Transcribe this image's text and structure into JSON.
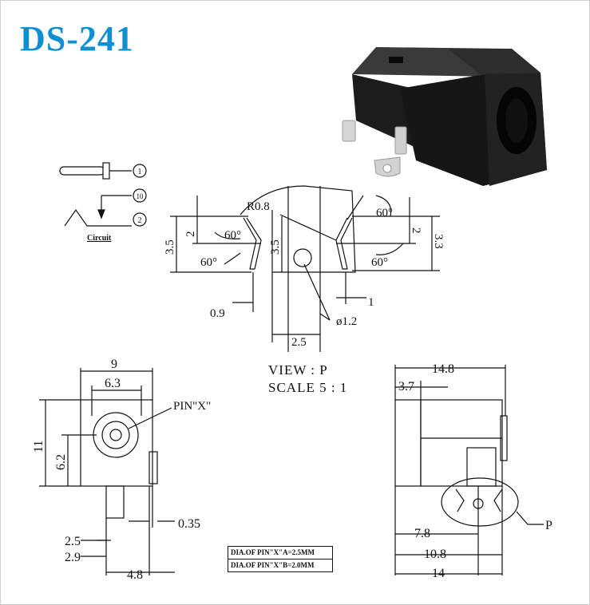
{
  "title": "DS-241",
  "colors": {
    "title": "#0e8fd1",
    "line": "#111111",
    "product_body": "#1a1a1a",
    "metal": "#c9c9c9"
  },
  "circuit": {
    "label": "Circuit",
    "pins": [
      "1",
      "10",
      "2"
    ]
  },
  "view": {
    "line1": "VIEW : P",
    "line2": "SCALE 5 : 1"
  },
  "view_p_dims": {
    "r": "R0.8",
    "angles": [
      "60°",
      "60°",
      "60°",
      "60°"
    ],
    "h_left_outer": "3.5",
    "h_left_inner": "2",
    "h_center": "3.5",
    "h_right_inner": "2",
    "h_right_outer": "3.3",
    "w_left": "0.9",
    "w_right": "1",
    "hole": "ø1.2",
    "w_center": "2.5"
  },
  "front_dims": {
    "width": "9",
    "inner_width": "6.3",
    "height": "11",
    "center_height": "6.2",
    "pin_label": "PIN\"X\"",
    "thickness": "0.35",
    "pin_a": "2.5",
    "pin_b": "2.9",
    "pin_span": "4.8"
  },
  "side_dims": {
    "length": "14.8",
    "front": "3.7",
    "pin1": "7.8",
    "pin2": "10.8",
    "base": "14",
    "detail": "P"
  },
  "pin_table": [
    "DIA.OF PIN\"X\"A=2.5MM",
    "DIA.OF PIN\"X\"B=2.0MM"
  ]
}
